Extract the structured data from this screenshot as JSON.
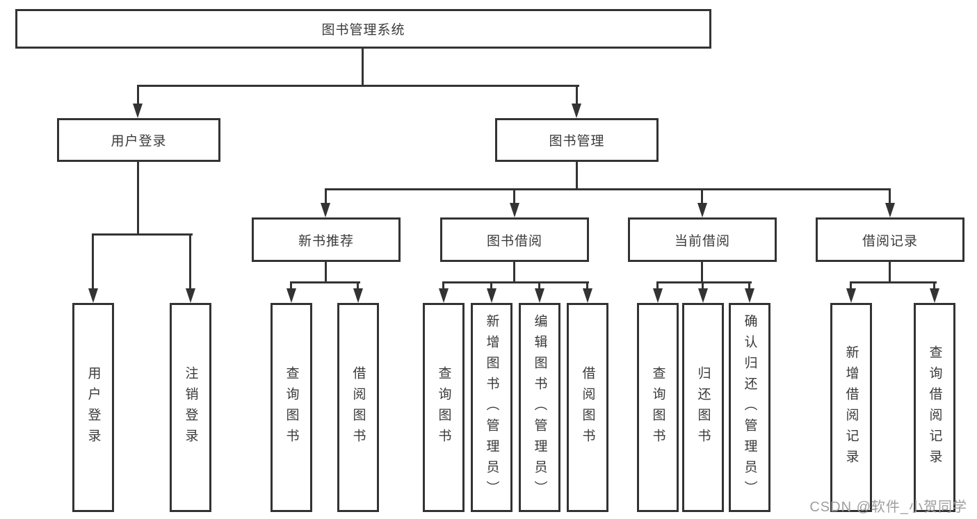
{
  "diagram_title": "图书管理系统",
  "colors": {
    "line": "#333333",
    "text": "#3a3a3a",
    "background": "#ffffff",
    "watermark": "#9e9e9e"
  },
  "watermark": {
    "text": "CSDN @软件_小贺同学"
  },
  "tree": {
    "label": "图书管理系统",
    "children": [
      {
        "label": "用户登录",
        "children": [
          {
            "label": "用户登录"
          },
          {
            "label": "注销登录"
          }
        ]
      },
      {
        "label": "图书管理",
        "children": [
          {
            "label": "新书推荐",
            "children": [
              {
                "label": "查询图书"
              },
              {
                "label": "借阅图书"
              }
            ]
          },
          {
            "label": "图书借阅",
            "children": [
              {
                "label": "查询图书"
              },
              {
                "label": "新增图书（管理员）"
              },
              {
                "label": "编辑图书（管理员）"
              },
              {
                "label": "借阅图书"
              }
            ]
          },
          {
            "label": "当前借阅",
            "children": [
              {
                "label": "查询图书"
              },
              {
                "label": "归还图书"
              },
              {
                "label": "确认归还（管理员）"
              }
            ]
          },
          {
            "label": "借阅记录",
            "children": [
              {
                "label": "新增借阅记录"
              },
              {
                "label": "查询借阅记录"
              }
            ]
          }
        ]
      }
    ]
  }
}
